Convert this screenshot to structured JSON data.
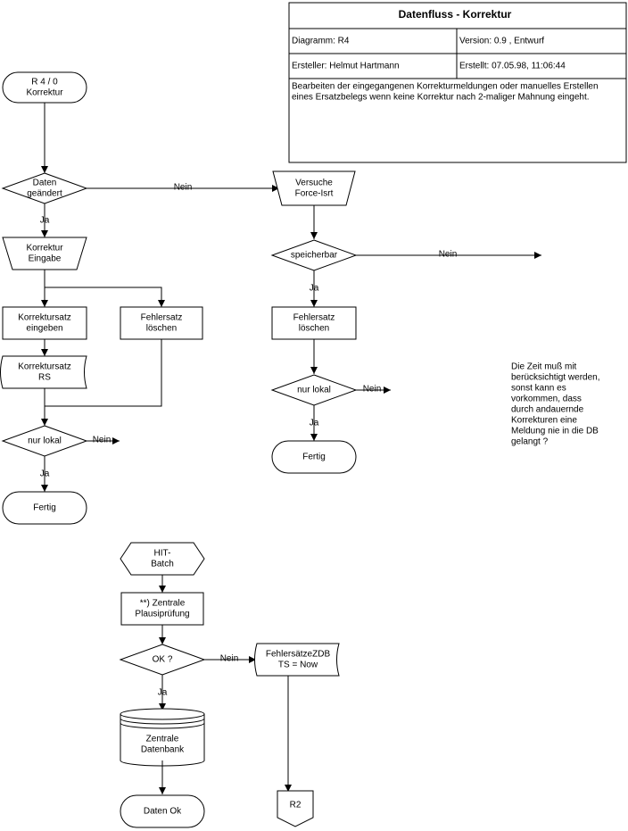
{
  "header": {
    "title": "Datenfluss - Korrektur",
    "diagram": "Diagramm: R4",
    "version": "Version: 0.9 , Entwurf",
    "author": "Ersteller: Helmut Hartmann",
    "created": "Erstellt:  07.05.98, 11:06:44",
    "description_lines": [
      "Bearbeiten der eingegangenen Korrekturmeldungen oder manuelles Erstellen",
      "eines Ersatzbelegs wenn keine Korrektur nach 2-maliger Mahnung eingeht."
    ]
  },
  "nodes": {
    "start": [
      "R 4 / 0",
      "Korrektur"
    ],
    "daten_geaendert": [
      "Daten",
      "geändert"
    ],
    "korrektur_eingabe": [
      "Korrektur",
      "Eingabe"
    ],
    "korrektursatz_eingeben": [
      "Korrektursatz",
      "eingeben"
    ],
    "fehlersatz_loeschen_left": [
      "Fehlersatz",
      "löschen"
    ],
    "korrektursatz_rs": [
      "Korrektursatz",
      "RS"
    ],
    "nur_lokal_left": [
      "nur lokal"
    ],
    "fertig_left": [
      "Fertig"
    ],
    "versuche_force": [
      "Versuche",
      "Force-Isrt"
    ],
    "speicherbar": [
      "speicherbar"
    ],
    "fehlersatz_loeschen_right": [
      "Fehlersatz",
      "löschen"
    ],
    "nur_lokal_right": [
      "nur lokal"
    ],
    "fertig_right": [
      "Fertig"
    ],
    "hit_batch": [
      "HIT-",
      "Batch"
    ],
    "zentrale_plausi": [
      "**) Zentrale",
      "Plausiprüfung"
    ],
    "ok": [
      "OK ?"
    ],
    "fehlersaetze_zdb": [
      "FehlersätzeZDB",
      "TS = Now"
    ],
    "zentrale_datenbank": [
      "Zentrale",
      "Datenbank"
    ],
    "daten_ok": [
      "Daten Ok"
    ],
    "r2": [
      "R2"
    ]
  },
  "edge_labels": {
    "yes": "Ja",
    "no": "Nein"
  },
  "note_lines": [
    "Die Zeit muß mit",
    "berücksichtigt werden,",
    "sonst kann es",
    "vorkommen, dass",
    "durch andauernde",
    "Korrekturen eine",
    "Meldung nie in die DB",
    "gelangt ?"
  ]
}
